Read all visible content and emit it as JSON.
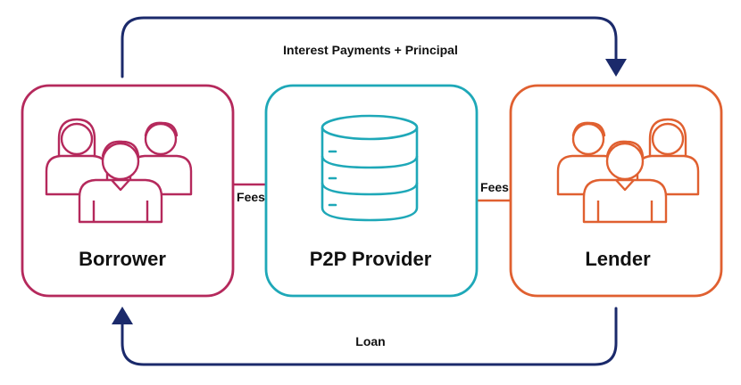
{
  "nodes": {
    "borrower": {
      "label": "Borrower",
      "color": "#b5295c",
      "icon": "people-group-icon"
    },
    "provider": {
      "label": "P2P Provider",
      "color": "#1ea8b8",
      "icon": "database-icon"
    },
    "lender": {
      "label": "Lender",
      "color": "#e06030",
      "icon": "people-group-icon"
    }
  },
  "edges": {
    "interest": {
      "label": "Interest Payments + Principal",
      "from": "Borrower",
      "to": "Lender",
      "color": "#1b2a6b"
    },
    "loan": {
      "label": "Loan",
      "from": "Lender",
      "to": "Borrower",
      "color": "#1b2a6b"
    },
    "fees_borrower": {
      "label": "Fees",
      "from": "Borrower",
      "to": "P2P Provider",
      "color": "#b5295c"
    },
    "fees_lender": {
      "label": "Fees",
      "from": "Lender",
      "to": "P2P Provider",
      "color": "#e06030"
    }
  }
}
